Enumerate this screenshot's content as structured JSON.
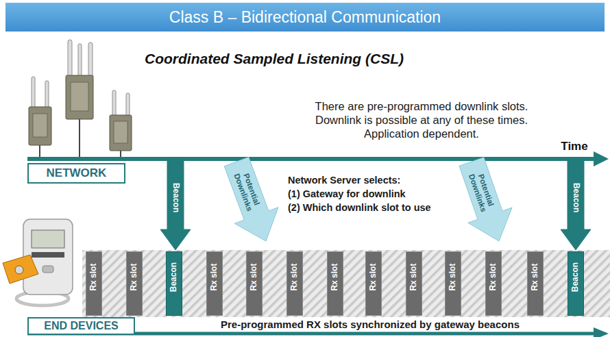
{
  "diagram": {
    "title": "Class B – Bidirectional Communication",
    "nodes": [
      {
        "text": [
          "NETWORK"
        ]
      },
      {
        "text": [
          "Beacon"
        ]
      },
      {
        "text": [
          "Potential Downlinks"
        ]
      },
      {
        "text": [
          "Potential Downlinks"
        ]
      },
      {
        "text": [
          "Beacon"
        ]
      },
      {
        "text": [
          "Rx slot"
        ]
      },
      {
        "text": [
          "Rx slot"
        ]
      },
      {
        "text": [
          "Beacon"
        ]
      },
      {
        "text": [
          "Rx slot"
        ]
      },
      {
        "text": [
          "Rx slot"
        ]
      },
      {
        "text": [
          "Rx slot"
        ]
      },
      {
        "text": [
          "Rx slot"
        ]
      },
      {
        "text": [
          "Rx slot"
        ]
      },
      {
        "text": [
          "Rx slot"
        ]
      },
      {
        "text": [
          "Rx slot"
        ]
      },
      {
        "text": [
          "Rx slot"
        ]
      },
      {
        "text": [
          "Rx slot"
        ]
      },
      {
        "text": [
          "Beacon"
        ]
      },
      {
        "text": [
          "END DEVICES"
        ]
      }
    ],
    "labels": [
      "Coordinated Sampled Listening (CSL)",
      "There are pre-programmed downlink slots. Downlink is possible at any of these times. Application dependent.",
      "Time",
      "Network Server selects:",
      "(1) Gateway for downlink",
      "(2) Which downlink slot to use",
      "Pre-programmed RX slots synchronized by gateway beacons"
    ]
  }
}
